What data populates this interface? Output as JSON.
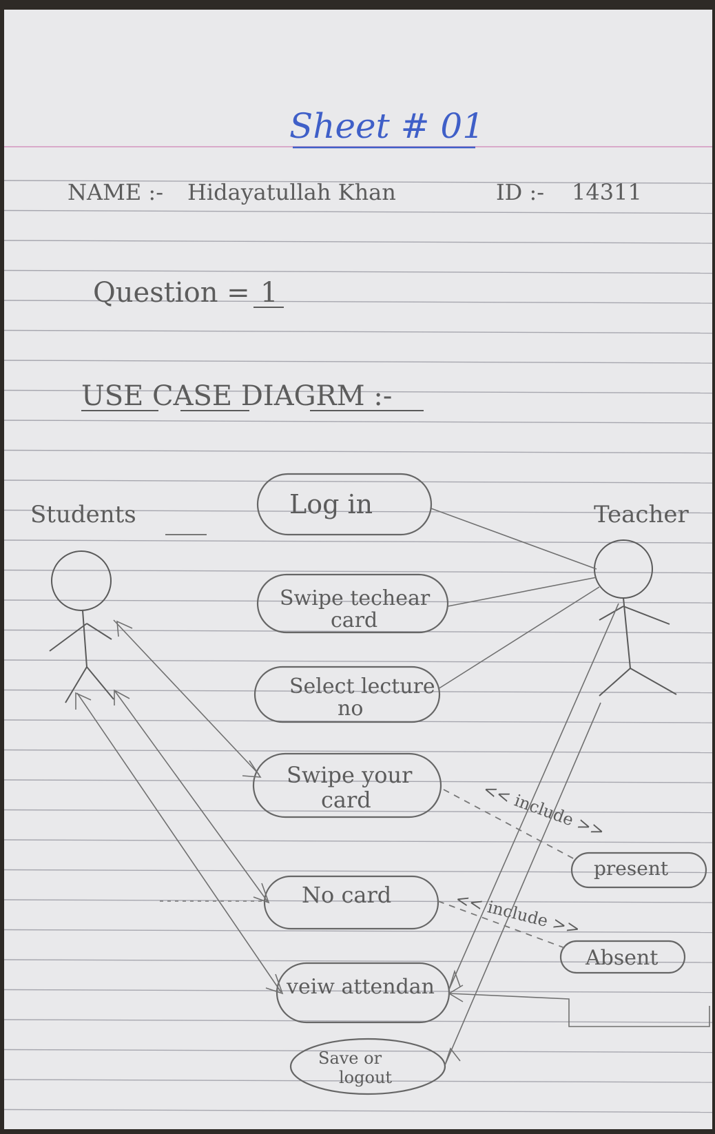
{
  "sheet": {
    "title": "Sheet # 01",
    "name_label": "NAME :-",
    "name_value": "Hidayatullah Khan",
    "id_label": "ID :-",
    "id_value": "14311",
    "question_label": "Question =",
    "question_number": "1",
    "diagram_heading": "USE CASE DIAGRM :-"
  },
  "actors": {
    "student": "Students",
    "teacher": "Teacher"
  },
  "use_cases": {
    "login": "Log in",
    "swipe_teacher_line1": "Swipe techear",
    "swipe_teacher_line2": "card",
    "select_lecture_line1": "Select lecture",
    "select_lecture_line2": "no",
    "swipe_your_line1": "Swipe your",
    "swipe_your_line2": "card",
    "no_card": "No card",
    "view_attendance": "veiw attendan",
    "save_logout_line1": "Save or",
    "save_logout_line2": "logout",
    "present": "present",
    "absent": "Absent"
  },
  "relations": {
    "include_1": "<< include >>",
    "include_2": "<< include >>"
  },
  "colors": {
    "paper": "#e9e9eb",
    "rule_line": "#a6a6ae",
    "margin_line": "#d9a9c9",
    "title_ink": "#3f5fc8",
    "pencil": "#5c5c5c"
  }
}
